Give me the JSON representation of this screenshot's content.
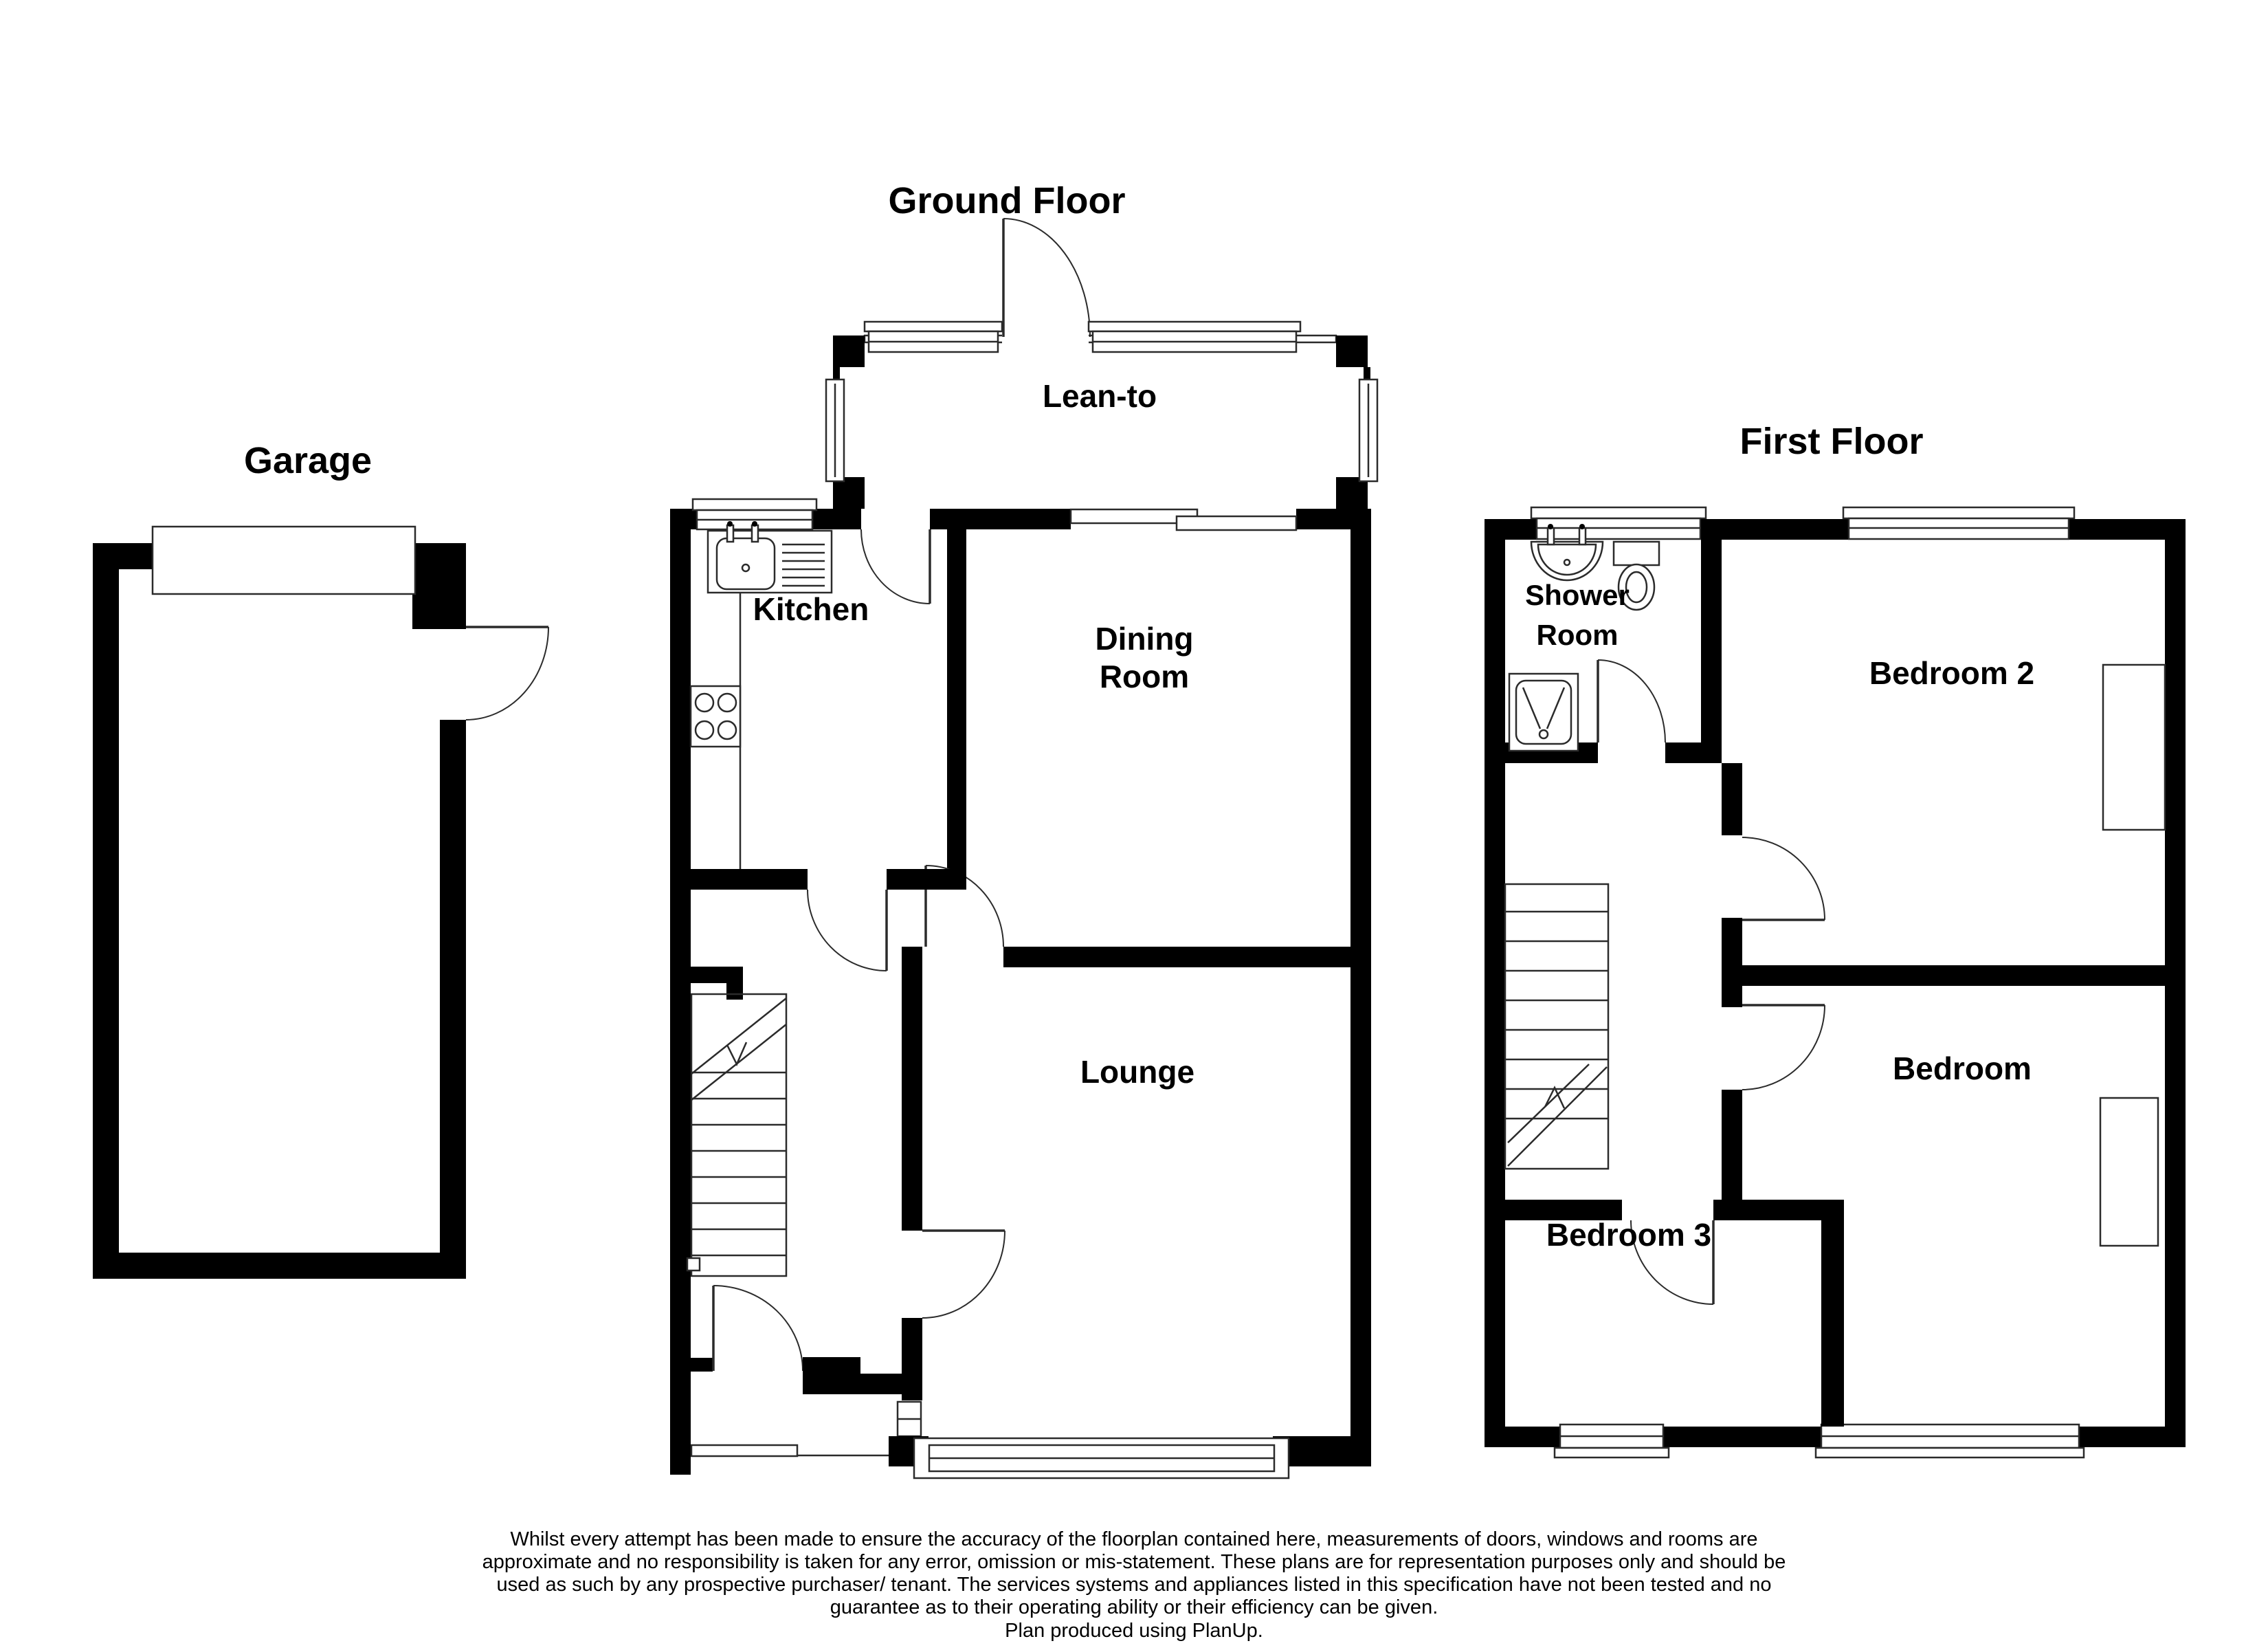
{
  "colors": {
    "wall_color": "#000000",
    "line_color": "#2b2b2b",
    "text_color": "#000000",
    "background": "#ffffff"
  },
  "titles": {
    "garage": "Garage",
    "ground_floor": "Ground Floor",
    "first_floor": "First Floor"
  },
  "rooms": {
    "ground": {
      "lean_to": "Lean-to",
      "kitchen": "Kitchen",
      "dining_line1": "Dining",
      "dining_line2": "Room",
      "lounge": "Lounge"
    },
    "first": {
      "shower_line1": "Shower",
      "shower_line2": "Room",
      "bedroom2": "Bedroom 2",
      "bedroom": "Bedroom",
      "bedroom3": "Bedroom 3"
    }
  },
  "disclaimer": {
    "lines": [
      "Whilst every attempt has been made to ensure the accuracy of the floorplan contained here, measurements of doors, windows and rooms are",
      "approximate and no responsibility is taken for any error, omission or mis-statement. These plans are for representation purposes only and should be",
      "used as such by any prospective purchaser/ tenant. The services systems and appliances listed in this specification have not been tested and no",
      "guarantee as to their operating ability or their efficiency can be given.",
      "Plan produced using PlanUp."
    ]
  }
}
